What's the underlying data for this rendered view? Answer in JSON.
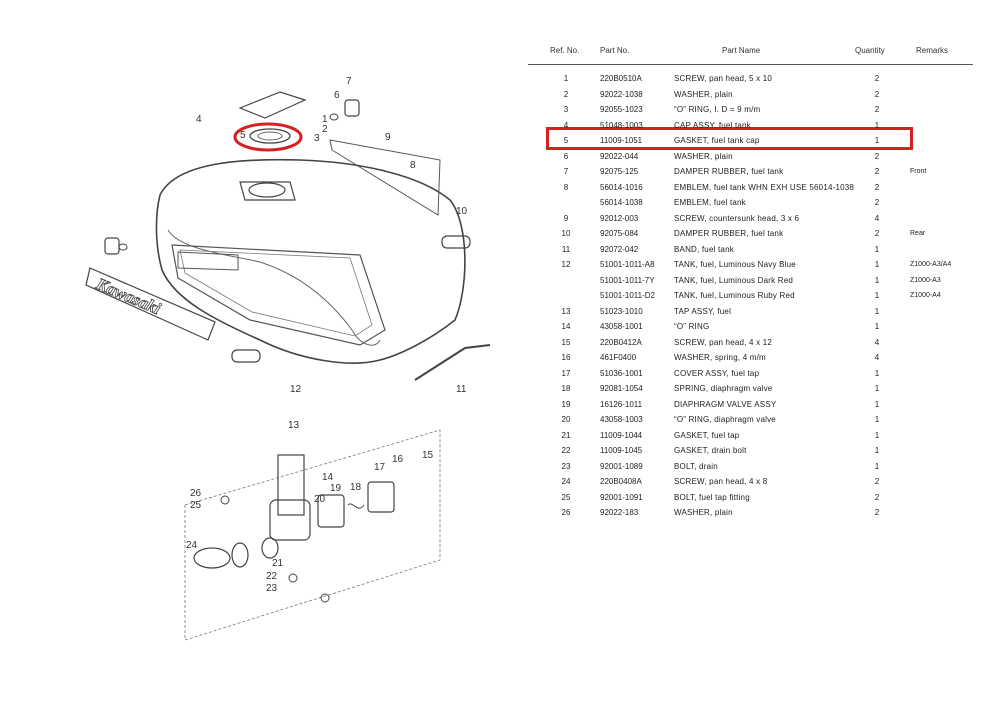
{
  "table": {
    "headers": {
      "ref": "Ref. No.",
      "part": "Part No.",
      "name": "Part Name",
      "qty": "Quantity",
      "remarks": "Remarks"
    },
    "rows": [
      {
        "ref": "1",
        "part": "220B0510A",
        "name": "SCREW, pan head, 5 x 10",
        "qty": "2",
        "remarks": ""
      },
      {
        "ref": "2",
        "part": "92022-1038",
        "name": "WASHER, plain",
        "qty": "2",
        "remarks": ""
      },
      {
        "ref": "3",
        "part": "92055-1023",
        "name": "“O” RING, I. D = 9 m/m",
        "qty": "2",
        "remarks": ""
      },
      {
        "ref": "4",
        "part": "51048-1003",
        "name": "CAP ASSY, fuel tank",
        "qty": "1",
        "remarks": ""
      },
      {
        "ref": "5",
        "part": "11009-1051",
        "name": "GASKET, fuel tank cap",
        "qty": "1",
        "remarks": ""
      },
      {
        "ref": "6",
        "part": "92022-044",
        "name": "WASHER, plain",
        "qty": "2",
        "remarks": ""
      },
      {
        "ref": "7",
        "part": "92075-125",
        "name": "DAMPER RUBBER, fuel tank",
        "qty": "2",
        "remarks": "Front"
      },
      {
        "ref": "8",
        "part": "56014-1016",
        "name": "EMBLEM, fuel tank WHN EXH USE 56014-1038",
        "qty": "2",
        "remarks": ""
      },
      {
        "ref": "",
        "part": "56014-1038",
        "name": "EMBLEM, fuel tank",
        "qty": "2",
        "remarks": ""
      },
      {
        "ref": "9",
        "part": "92012-003",
        "name": "SCREW, countersunk head, 3 x 6",
        "qty": "4",
        "remarks": ""
      },
      {
        "ref": "10",
        "part": "92075-084",
        "name": "DAMPER RUBBER, fuel tank",
        "qty": "2",
        "remarks": "Rear"
      },
      {
        "ref": "11",
        "part": "92072-042",
        "name": "BAND, fuel tank",
        "qty": "1",
        "remarks": ""
      },
      {
        "ref": "12",
        "part": "51001-1011-A8",
        "name": "TANK, fuel, Luminous Navy Blue",
        "qty": "1",
        "remarks": "Z1000-A3/A4"
      },
      {
        "ref": "",
        "part": "51001-1011-7Y",
        "name": "TANK, fuel, Luminous Dark Red",
        "qty": "1",
        "remarks": "Z1000-A3"
      },
      {
        "ref": "",
        "part": "51001-1011-D2",
        "name": "TANK, fuel, Luminous Ruby Red",
        "qty": "1",
        "remarks": "Z1000-A4"
      },
      {
        "ref": "13",
        "part": "51023-1010",
        "name": "TAP ASSY, fuel",
        "qty": "1",
        "remarks": ""
      },
      {
        "ref": "14",
        "part": "43058-1001",
        "name": "“O” RING",
        "qty": "1",
        "remarks": ""
      },
      {
        "ref": "15",
        "part": "220B0412A",
        "name": "SCREW, pan head, 4 x 12",
        "qty": "4",
        "remarks": ""
      },
      {
        "ref": "16",
        "part": "461F0400",
        "name": "WASHER, spring, 4 m/m",
        "qty": "4",
        "remarks": ""
      },
      {
        "ref": "17",
        "part": "51036-1001",
        "name": "COVER ASSY, fuel tap",
        "qty": "1",
        "remarks": ""
      },
      {
        "ref": "18",
        "part": "92081-1054",
        "name": "SPRING, diaphragm valve",
        "qty": "1",
        "remarks": ""
      },
      {
        "ref": "19",
        "part": "16126-1011",
        "name": "DIAPHRAGM VALVE ASSY",
        "qty": "1",
        "remarks": ""
      },
      {
        "ref": "20",
        "part": "43058-1003",
        "name": "“O” RING, diaphragm valve",
        "qty": "1",
        "remarks": ""
      },
      {
        "ref": "21",
        "part": "11009-1044",
        "name": "GASKET, fuel tap",
        "qty": "1",
        "remarks": ""
      },
      {
        "ref": "22",
        "part": "11009-1045",
        "name": "GASKET, drain bolt",
        "qty": "1",
        "remarks": ""
      },
      {
        "ref": "23",
        "part": "92001-1089",
        "name": "BOLT, drain",
        "qty": "1",
        "remarks": ""
      },
      {
        "ref": "24",
        "part": "220B0408A",
        "name": "SCREW, pan head, 4 x 8",
        "qty": "2",
        "remarks": ""
      },
      {
        "ref": "25",
        "part": "92001-1091",
        "name": "BOLT, fuel tap fitting",
        "qty": "2",
        "remarks": ""
      },
      {
        "ref": "26",
        "part": "92022-183",
        "name": "WASHER, plain",
        "qty": "2",
        "remarks": ""
      }
    ]
  },
  "diagram": {
    "emblem_text": "Kawasaki",
    "callouts": [
      "1",
      "2",
      "3",
      "4",
      "5",
      "6",
      "7",
      "8",
      "9",
      "10",
      "11",
      "12",
      "13",
      "14",
      "15",
      "16",
      "17",
      "18",
      "19",
      "20",
      "21",
      "22",
      "23",
      "24",
      "25",
      "26"
    ]
  },
  "highlight": {
    "color": "#d42020",
    "ref": "5"
  }
}
